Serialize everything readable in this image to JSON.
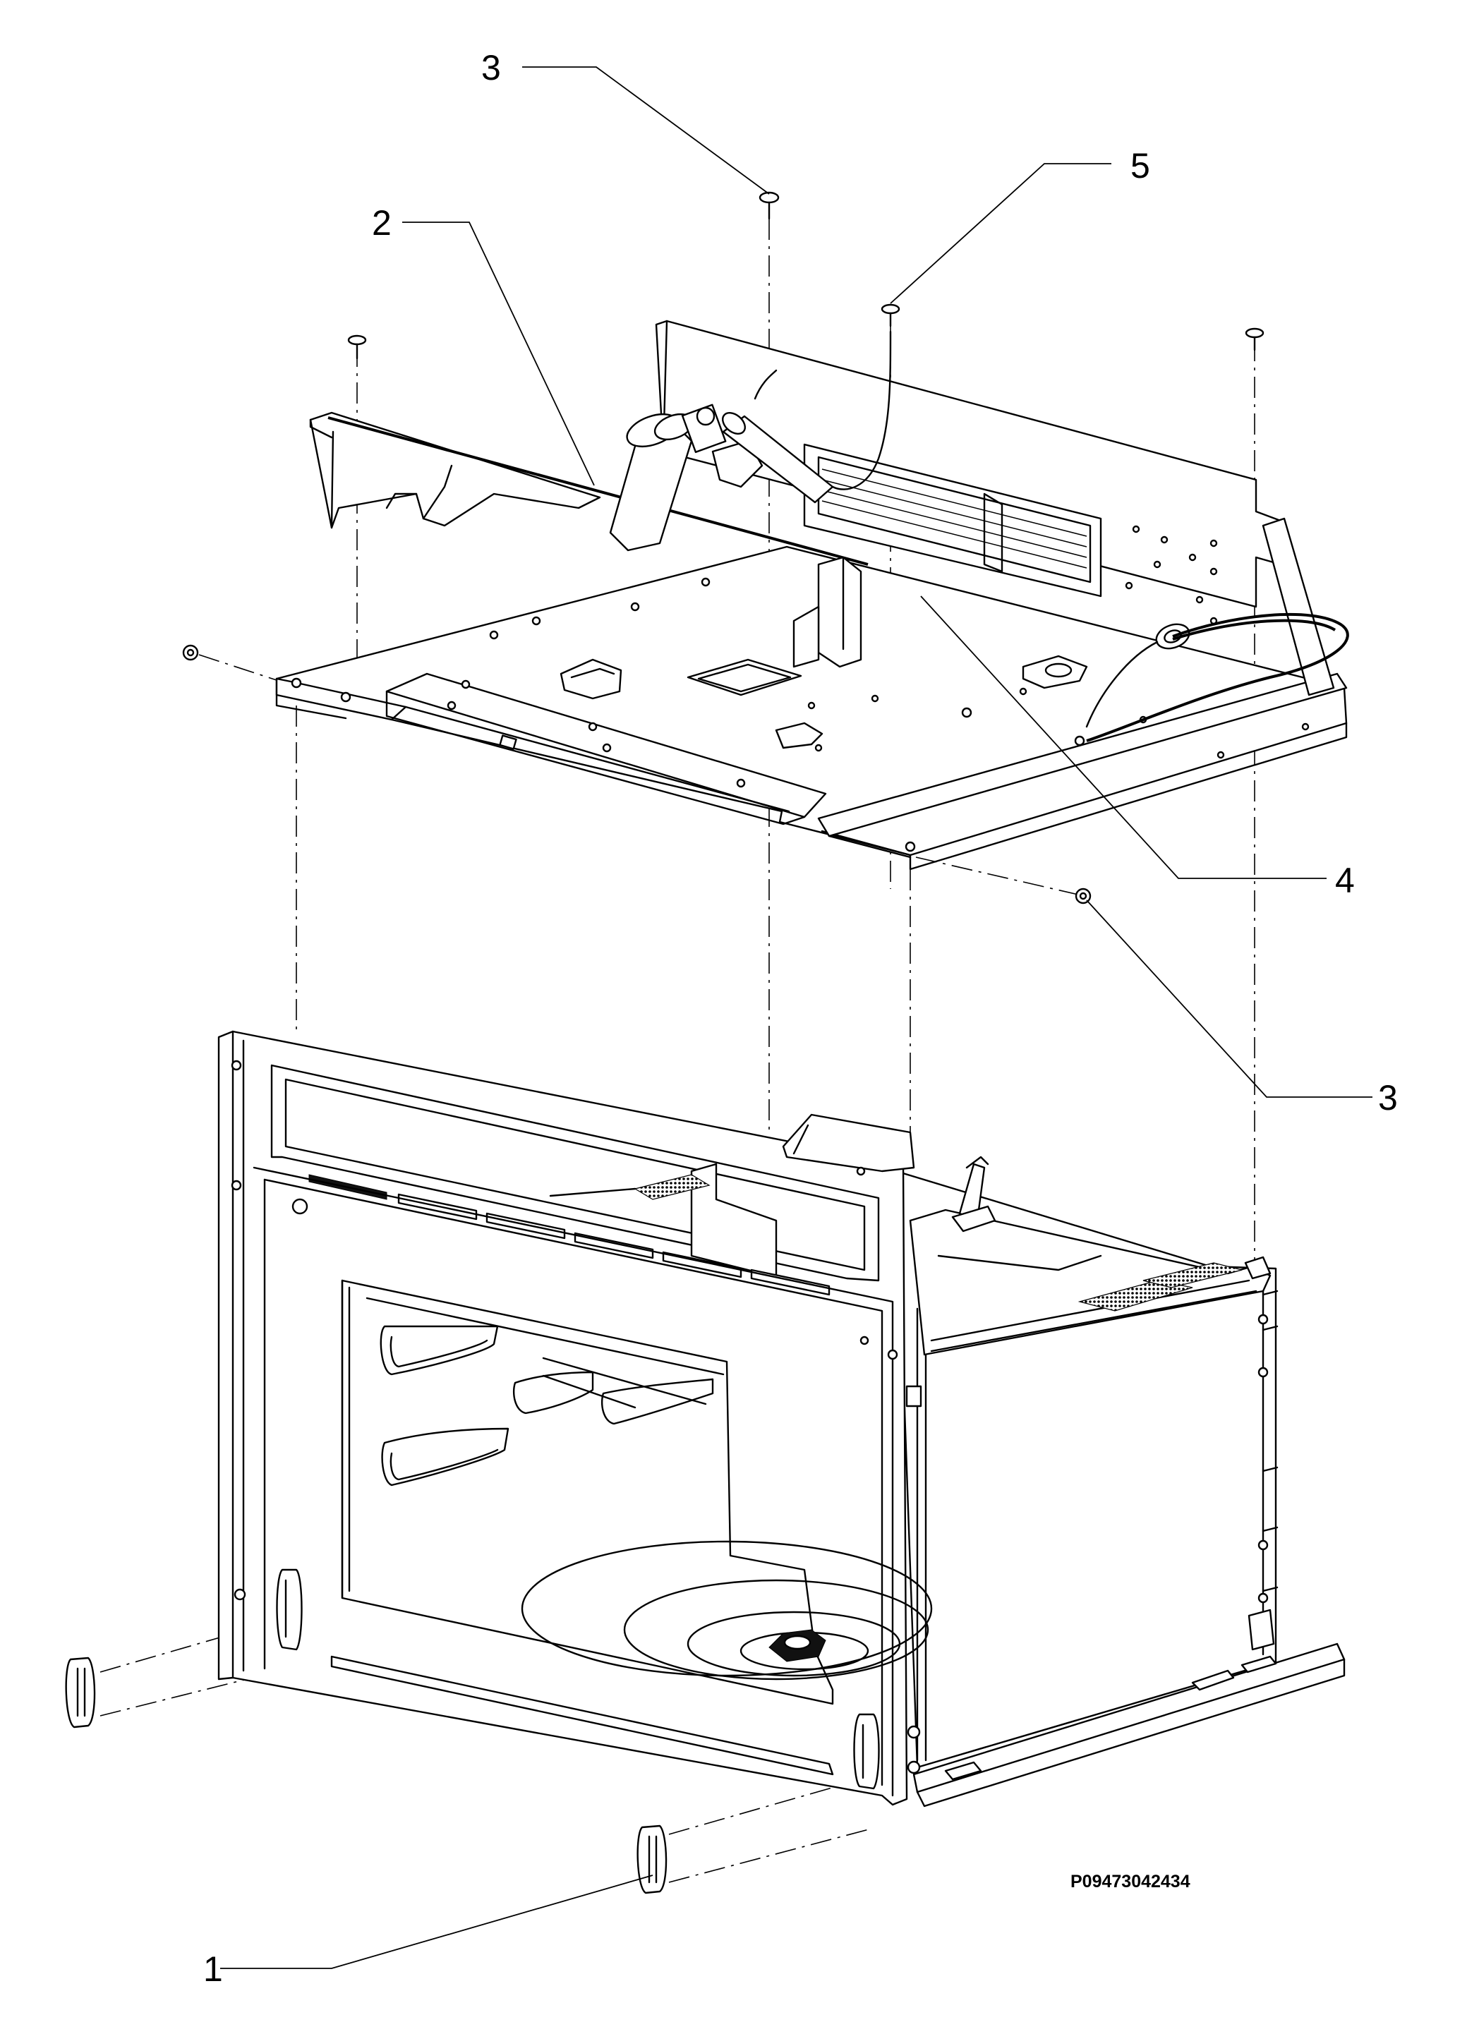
{
  "callouts": {
    "c3_top": "3",
    "c5": "5",
    "c2": "2",
    "c4": "4",
    "c3_right": "3",
    "c1": "1"
  },
  "drawing_code": "P09473042434"
}
